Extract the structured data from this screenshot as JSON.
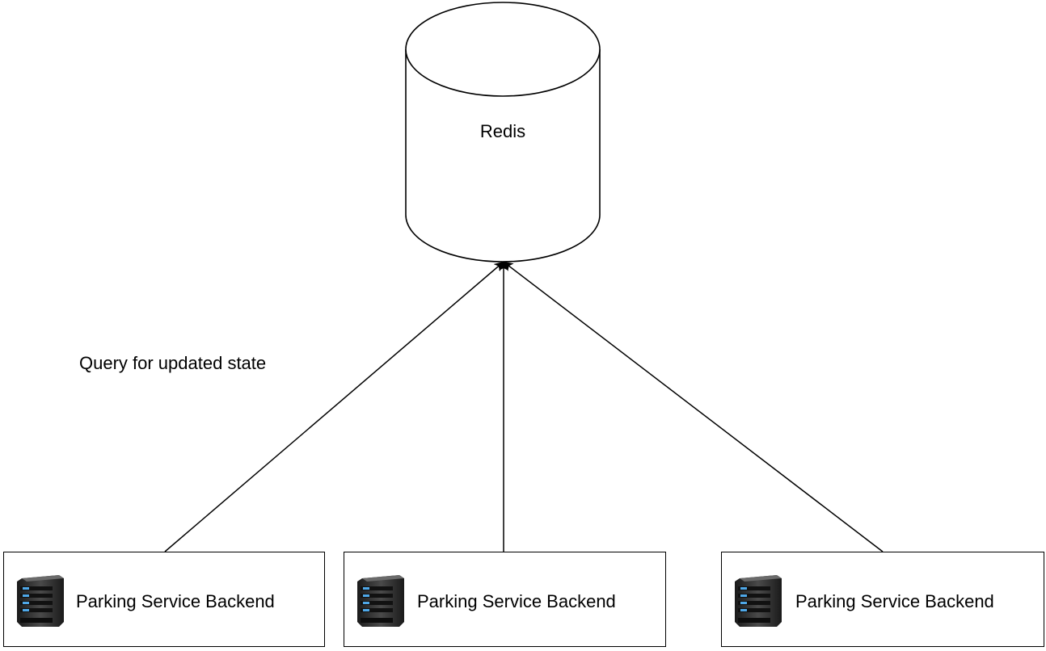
{
  "database": {
    "label": "Redis",
    "icon": "database-cylinder-icon"
  },
  "edge_label": "Query for updated state",
  "services": [
    {
      "label": "Parking Service Backend",
      "icon": "server-icon"
    },
    {
      "label": "Parking Service Backend",
      "icon": "server-icon"
    },
    {
      "label": "Parking Service Backend",
      "icon": "server-icon"
    }
  ],
  "colors": {
    "stroke": "#000000",
    "server_body": "#2b2b2b",
    "server_light": "#4fa8e8"
  }
}
